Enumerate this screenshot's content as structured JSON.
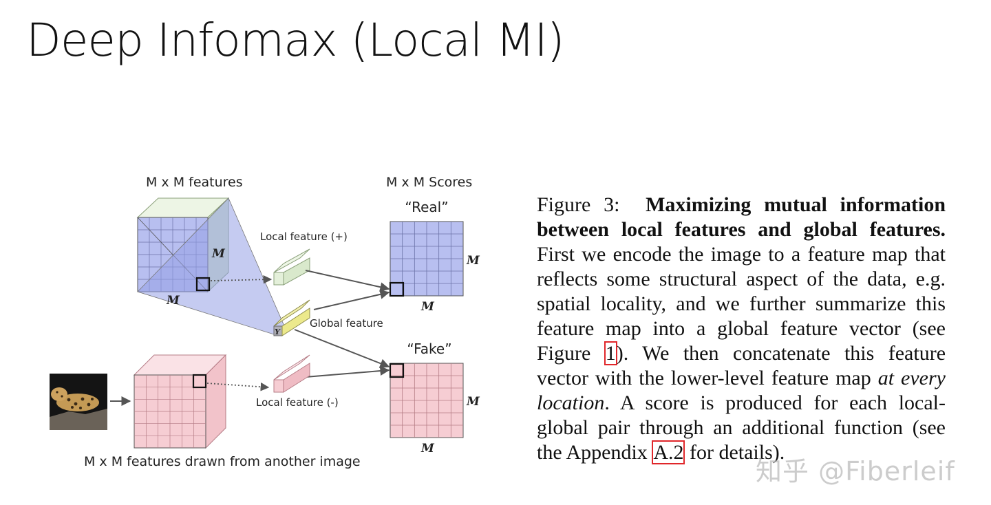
{
  "slide": {
    "title": "Deep Infomax (Local MI)"
  },
  "figure": {
    "labels": {
      "top_features": "M x M features",
      "scores": "M x M Scores",
      "real": "“Real”",
      "fake": "“Fake”",
      "local_pos": "Local feature (+)",
      "local_neg": "Local feature (-)",
      "global": "Global feature",
      "bottom_features": "M x M features drawn from another image",
      "m": "M",
      "y": "Y"
    },
    "colors": {
      "blue": "#b8bff0",
      "green": "#e4f0da",
      "pink": "#f6cdd3",
      "yellow": "#ece98c"
    }
  },
  "caption": {
    "prefix": "Figure 3:",
    "bold": "Maximizing mutual information between local features and global features.",
    "body1": "First we encode the image to a feature map that reflects some structural aspect of the data, e.g. spatial locality, and we further summarize this feature map into a global feature vector (see Figure",
    "ref1": "1",
    "body2": "). We then concatenate this feature vector with the lower-level feature map",
    "italic": "at every location",
    "body3": ". A score is produced for each local-global pair through an additional function (see the Appendix",
    "ref2": "A.2",
    "body4": "for details)."
  },
  "watermark": "知乎 @Fiberleif"
}
